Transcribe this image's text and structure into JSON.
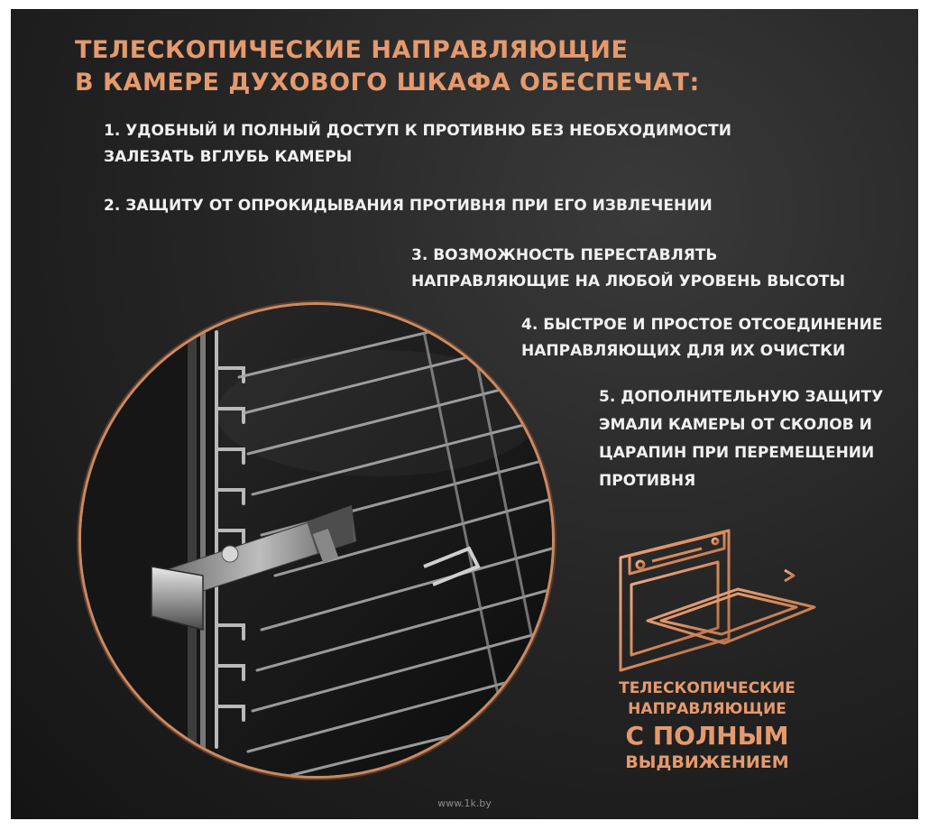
{
  "headline": {
    "line1": "ТЕЛЕСКОПИЧЕСКИЕ НАПРАВЛЯЮЩИЕ",
    "line2": "В КАМЕРЕ ДУХОВОГО ШКАФА ОБЕСПЕЧАТ:"
  },
  "features": [
    {
      "lines": [
        "1. УДОБНЫЙ И ПОЛНЫЙ ДОСТУП К ПРОТИВНЮ БЕЗ НЕОБХОДИМОСТИ",
        "ЗАЛЕЗАТЬ ВГЛУБЬ КАМЕРЫ"
      ]
    },
    {
      "lines": [
        "2. ЗАЩИТУ ОТ ОПРОКИДЫВАНИЯ ПРОТИВНЯ ПРИ ЕГО ИЗВЛЕЧЕНИИ"
      ]
    },
    {
      "lines": [
        "3. ВОЗМОЖНОСТЬ ПЕРЕСТАВЛЯТЬ",
        "НАПРАВЛЯЮЩИЕ НА ЛЮБОЙ УРОВЕНЬ ВЫСОТЫ"
      ]
    },
    {
      "lines": [
        "4. БЫСТРОЕ И ПРОСТОЕ ОТСОЕДИНЕНИЕ",
        "НАПРАВЛЯЮЩИХ ДЛЯ ИХ ОЧИСТКИ"
      ]
    },
    {
      "lines": [
        "5. ДОПОЛНИТЕЛЬНУЮ ЗАЩИТУ",
        "ЭМАЛИ КАМЕРЫ ОТ СКОЛОВ И",
        "ЦАРАПИН ПРИ ПЕРЕМЕЩЕНИИ",
        "ПРОТИВНЯ"
      ]
    }
  ],
  "badge": {
    "line1": "ТЕЛЕСКОПИЧЕСКИЕ",
    "line2": "НАПРАВЛЯЮЩИЕ",
    "line3": "С ПОЛНЫМ",
    "line4": "ВЫДВИЖЕНИЕМ"
  },
  "watermark": "www.1k.by",
  "colors": {
    "accent": "#e59a6e",
    "text": "#f1f1f1",
    "background": "#1c1c1c"
  },
  "icons": {
    "oven": "oven-telescopic-rail-icon",
    "arrow": "arrow-right-icon"
  }
}
